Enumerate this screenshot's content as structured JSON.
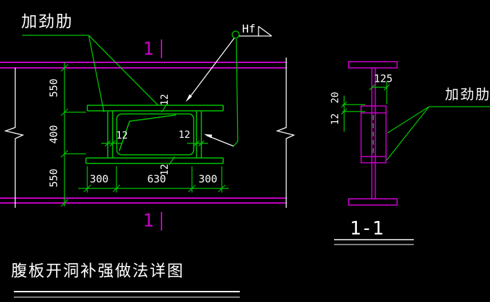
{
  "colors": {
    "magenta": "#c800c8",
    "green": "#00c800",
    "white": "#ffffff",
    "background": "#000000"
  },
  "labels": {
    "stiffener_left": "加劲肋",
    "stiffener_right": "加劲肋",
    "weld": "Hf",
    "section_marker_top": "1",
    "section_marker_bottom": "1",
    "section_title": "1-1",
    "drawing_title": "腹板开洞补强做法详图"
  },
  "dimensions": {
    "web_height_top": "550",
    "opening_height": "400",
    "web_height_bottom": "550",
    "plate_overhang_left": "300",
    "opening_width": "630",
    "plate_overhang_right": "300",
    "stiffener_thickness_left": "12",
    "stiffener_thickness_right": "12",
    "plate_thickness_top": "12",
    "plate_thickness_bottom": "12",
    "section_plate_width": "125",
    "section_edge_gap": "20",
    "section_plate_thickness": "12"
  }
}
